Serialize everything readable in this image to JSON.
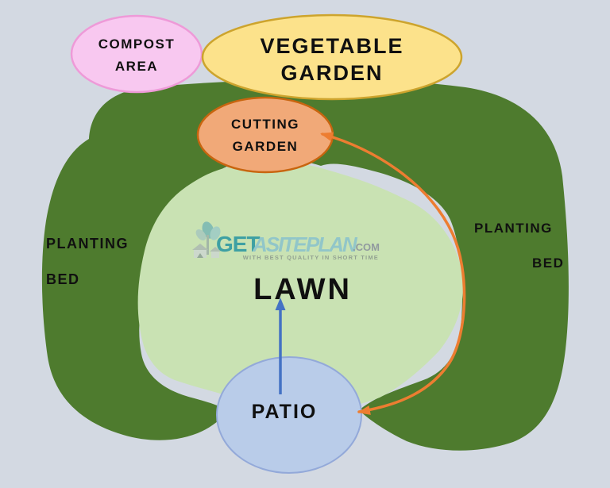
{
  "diagram": {
    "background_color": "#d3d9e2",
    "shapes": {
      "planting_bed": {
        "fill": "#4e7b2e"
      },
      "lawn": {
        "fill": "#c9e2b3",
        "label": "LAWN"
      },
      "patio": {
        "fill": "#b9cce9",
        "border": "#93a9d9",
        "label": "PATIO"
      },
      "compost": {
        "fill": "#f8c8f0",
        "border": "#ee9ad8",
        "line1": "COMPOST",
        "line2": "AREA"
      },
      "vegetable": {
        "fill": "#fce28b",
        "border": "#cda42d",
        "line1": "VEGETABLE",
        "line2": "GARDEN"
      },
      "cutting": {
        "fill": "#f1a978",
        "border": "#c8650f",
        "line1": "CUTTING",
        "line2": "GARDEN"
      }
    },
    "labels": {
      "planting_left_line1": "PLANTING",
      "planting_left_line2": "BED",
      "planting_right_line1": "PLANTING",
      "planting_right_line2": "BED"
    },
    "arrows": {
      "cutting_patio_color": "#ed7d31",
      "lawn_color": "#4472c4"
    },
    "watermark": {
      "get": "GET",
      "asite": "ASITE",
      "plan": "PLAN",
      "tld": ".COM",
      "tagline": "WITH BEST QUALITY IN SHORT TIME",
      "get_color": "#2f99a2",
      "light_color": "#8cc4cc",
      "tld_color": "#8b939d",
      "tagline_color": "#8d9b8e"
    }
  }
}
